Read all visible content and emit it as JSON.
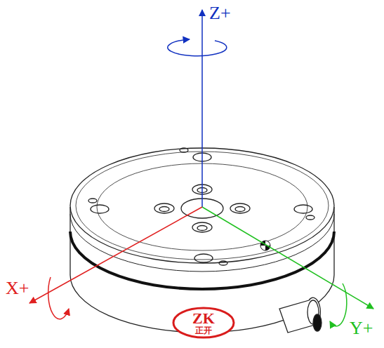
{
  "diagram": {
    "nodes": [
      {
        "text": [
          "ZK",
          "正开"
        ]
      }
    ],
    "labels": [
      "Z+",
      "X+",
      "Y+"
    ]
  }
}
